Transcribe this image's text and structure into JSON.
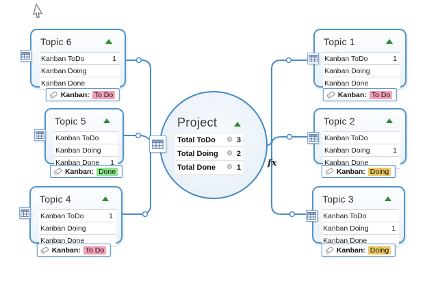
{
  "cursor": {
    "type": "arrow"
  },
  "colors": {
    "box_border_blue": "#4e94cc",
    "connector_blue": "#4a8cc2",
    "tag_todo_bg": "#f2a0b6",
    "tag_doing_bg": "#edc75f",
    "tag_done_bg": "#8de68e",
    "collapse_triangle_green": "#2e8b2e",
    "gear_gray": "#a8a8a8"
  },
  "center": {
    "title": "Project",
    "rows": [
      {
        "label": "Total ToDo",
        "value": "3"
      },
      {
        "label": "Total Doing",
        "value": "2"
      },
      {
        "label": "Total Done",
        "value": "1"
      }
    ],
    "formula_label": "fx"
  },
  "topics": [
    {
      "title": "Topic 1",
      "rows": [
        {
          "label": "Kanban ToDo",
          "value": "1"
        },
        {
          "label": "Kanban Doing",
          "value": ""
        },
        {
          "label": "Kanban Done",
          "value": ""
        }
      ],
      "tag_label": "Kanban:",
      "tag_value": "To Do"
    },
    {
      "title": "Topic 2",
      "rows": [
        {
          "label": "Kanban ToDo",
          "value": ""
        },
        {
          "label": "Kanban Doing",
          "value": "1"
        },
        {
          "label": "Kanban Done",
          "value": ""
        }
      ],
      "tag_label": "Kanban:",
      "tag_value": "Doing"
    },
    {
      "title": "Topic 3",
      "rows": [
        {
          "label": "Kanban ToDo",
          "value": ""
        },
        {
          "label": "Kanban Doing",
          "value": "1"
        },
        {
          "label": "Kanban Done",
          "value": ""
        }
      ],
      "tag_label": "Kanban:",
      "tag_value": "Doing"
    },
    {
      "title": "Topic 4",
      "rows": [
        {
          "label": "Kanban ToDo",
          "value": "1"
        },
        {
          "label": "Kanban Doing",
          "value": ""
        },
        {
          "label": "Kanban Done",
          "value": ""
        }
      ],
      "tag_label": "Kanban:",
      "tag_value": "To Do"
    },
    {
      "title": "Topic 5",
      "rows": [
        {
          "label": "Kanban ToDo",
          "value": ""
        },
        {
          "label": "Kanban Doing",
          "value": ""
        },
        {
          "label": "Kanban Done",
          "value": "1"
        }
      ],
      "tag_label": "Kanban:",
      "tag_value": "Done"
    },
    {
      "title": "Topic 6",
      "rows": [
        {
          "label": "Kanban ToDo",
          "value": "1"
        },
        {
          "label": "Kanban Doing",
          "value": ""
        },
        {
          "label": "Kanban Done",
          "value": ""
        }
      ],
      "tag_label": "Kanban:",
      "tag_value": "To Do"
    }
  ]
}
